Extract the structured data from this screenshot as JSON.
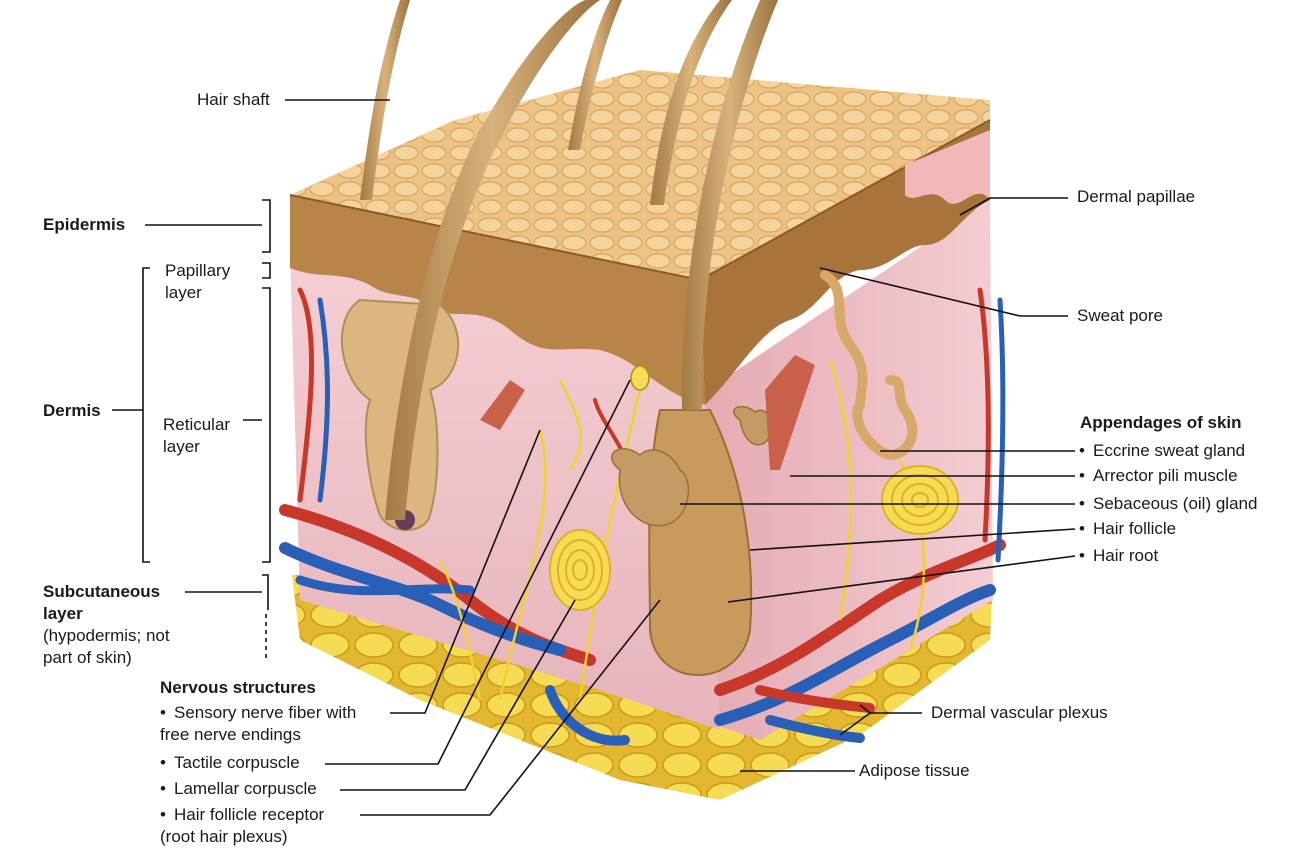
{
  "labels": {
    "hair_shaft": "Hair shaft",
    "epidermis": "Epidermis",
    "papillary_layer": "Papillary layer",
    "dermis": "Dermis",
    "reticular_layer": "Reticular layer",
    "subcutaneous_title": "Subcutaneous layer",
    "subcutaneous_note": "(hypodermis; not part of skin)",
    "dermal_papillae": "Dermal papillae",
    "sweat_pore": "Sweat pore",
    "dermal_vascular_plexus": "Dermal vascular plexus",
    "adipose_tissue": "Adipose tissue"
  },
  "appendages": {
    "title": "Appendages of skin",
    "items": [
      "Eccrine sweat gland",
      "Arrector pili muscle",
      "Sebaceous (oil) gland",
      "Hair follicle",
      "Hair root"
    ]
  },
  "nervous": {
    "title": "Nervous structures",
    "items": [
      "Sensory nerve fiber with free nerve endings",
      "Tactile corpuscle",
      "Lamellar corpuscle",
      "Hair follicle receptor (root hair plexus)"
    ]
  },
  "bullet": "•",
  "colors": {
    "epidermis": "#b88448",
    "surface": "#e8be7e",
    "dermis": "#f0c8cc",
    "adipose": "#f3d64c",
    "artery": "#c8382a",
    "vein": "#2a5fb8",
    "nerve": "#f2d22a",
    "hair": "#c9a26a"
  }
}
